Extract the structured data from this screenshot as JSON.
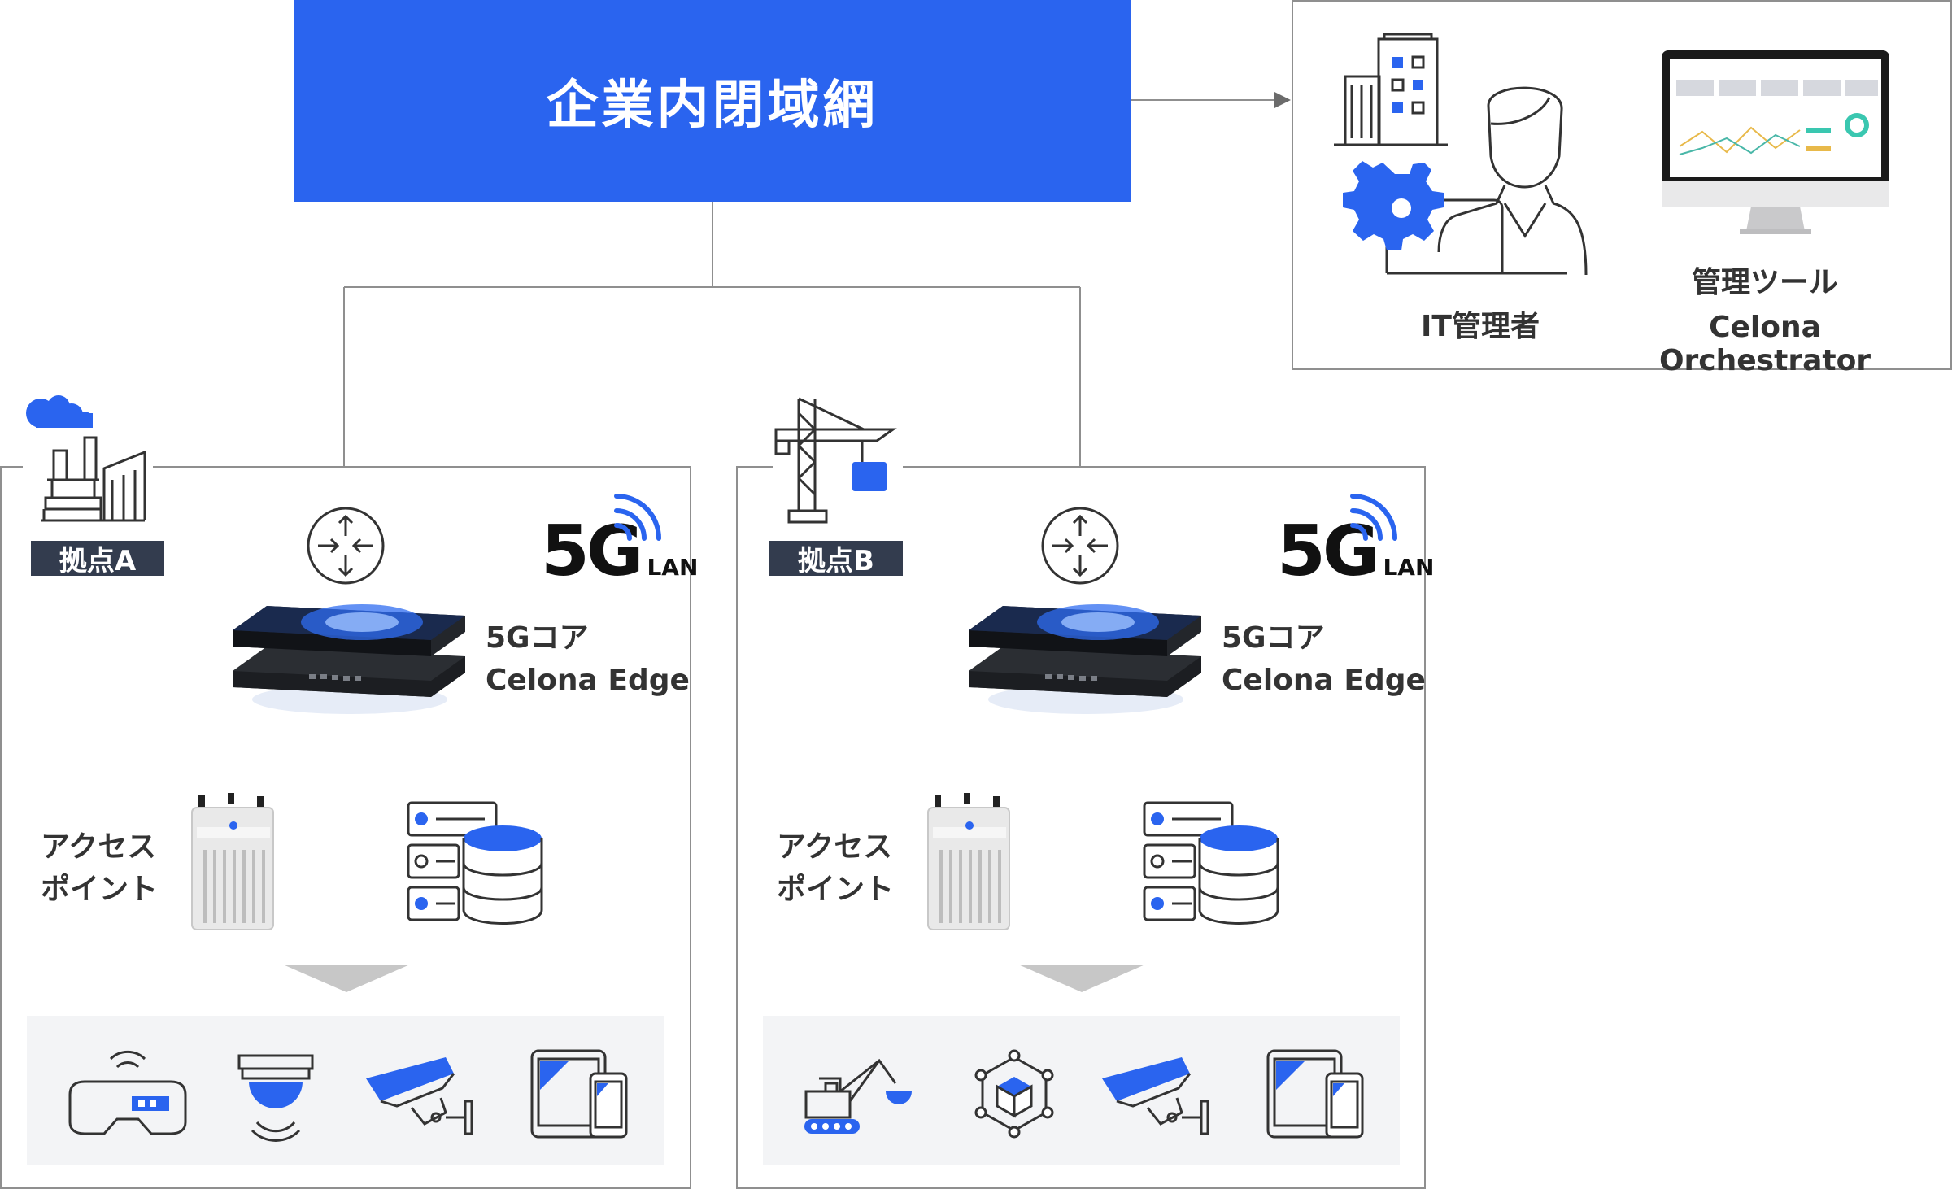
{
  "network": {
    "title": "企業内閉域網"
  },
  "management": {
    "admin_label": "IT管理者",
    "tool_label_line1": "管理ツール",
    "tool_label_line2": "Celona Orchestrator"
  },
  "site_a": {
    "tag": "拠点A",
    "badge_big": "5G",
    "badge_small": "LAN",
    "core_line1": "5Gコア",
    "core_line2": "Celona Edge",
    "ap_line1": "アクセス",
    "ap_line2": "ポイント",
    "device_icons": [
      "vr-headset-icon",
      "dome-sensor-icon",
      "security-camera-icon",
      "tablet-phone-icon"
    ]
  },
  "site_b": {
    "tag": "拠点B",
    "badge_big": "5G",
    "badge_small": "LAN",
    "core_line1": "5Gコア",
    "core_line2": "Celona Edge",
    "ap_line1": "アクセス",
    "ap_line2": "ポイント",
    "device_icons": [
      "excavator-icon",
      "network-cube-icon",
      "security-camera-icon",
      "tablet-phone-icon"
    ]
  },
  "colors": {
    "accent": "#2a64ef",
    "tag_bg": "#333c4e",
    "line": "#8f8f8f"
  }
}
